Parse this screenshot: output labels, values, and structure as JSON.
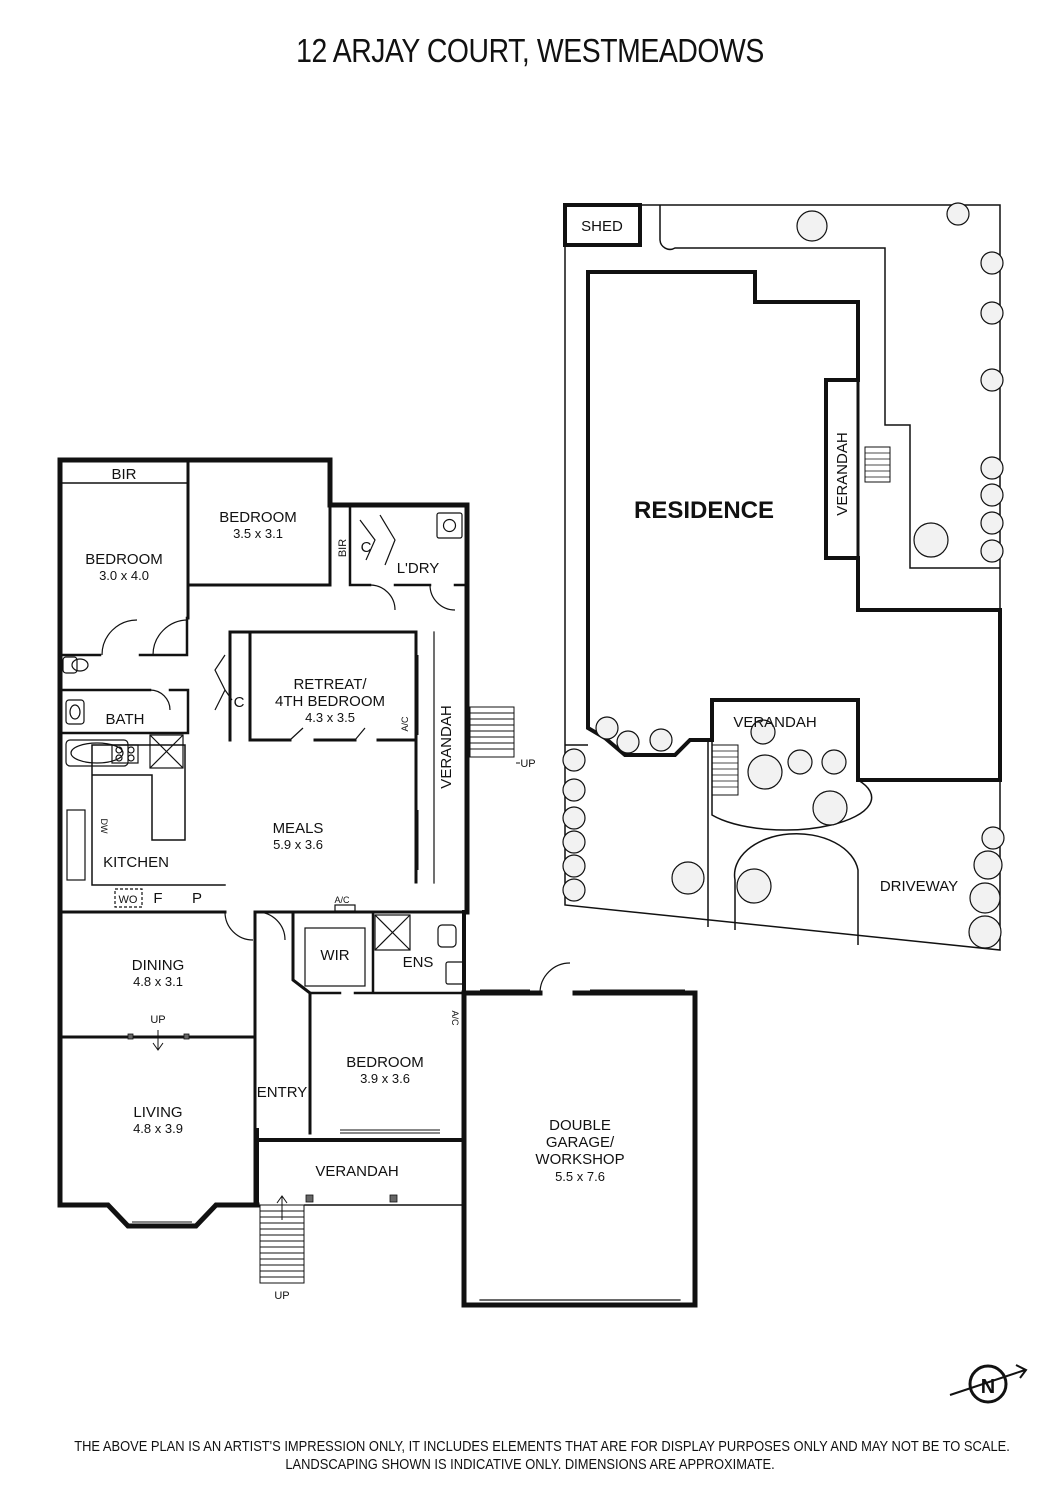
{
  "title": "12 ARJAY COURT, WESTMEADOWS",
  "rooms": {
    "bir_top": "BIR",
    "bedroom1": {
      "name": "BEDROOM",
      "dim": "3.0 x 4.0"
    },
    "bedroom2": {
      "name": "BEDROOM",
      "dim": "3.5 x 3.1"
    },
    "bir_side": "BIR",
    "c_linen": "C",
    "laundry": "L'DRY",
    "bath": "BATH",
    "c_retreat": "C",
    "retreat": {
      "name_line1": "RETREAT/",
      "name_line2": "4TH BEDROOM",
      "dim": "4.3 x 3.5"
    },
    "ac1": "A/C",
    "verandah_side": "VERANDAH",
    "up_side": "UP",
    "meals": {
      "name": "MEALS",
      "dim": "5.9 x 3.6"
    },
    "kitchen": "KITCHEN",
    "dw": "DW",
    "wo": "WO",
    "f": "F",
    "p": "P",
    "ac2": "A/C",
    "wir": "WIR",
    "ens": "ENS",
    "ac3": "A/C",
    "dining": {
      "name": "DINING",
      "dim": "4.8 x 3.1"
    },
    "up_dining": "UP",
    "living": {
      "name": "LIVING",
      "dim": "4.8 x 3.9"
    },
    "entry": "ENTRY",
    "bedroom3": {
      "name": "BEDROOM",
      "dim": "3.9 x 3.6"
    },
    "verandah_front": "VERANDAH",
    "up_front": "UP",
    "garage": {
      "line1": "DOUBLE",
      "line2": "GARAGE/",
      "line3": "WORKSHOP",
      "dim": "5.5 x 7.6"
    }
  },
  "site": {
    "shed": "SHED",
    "residence": "RESIDENCE",
    "verandah_rear": "VERANDAH",
    "verandah_front": "VERANDAH",
    "driveway": "DRIVEWAY"
  },
  "compass": "N",
  "disclaimer": {
    "line1": "THE ABOVE PLAN IS AN ARTIST'S IMPRESSION ONLY, IT INCLUDES ELEMENTS THAT ARE FOR DISPLAY PURPOSES ONLY AND MAY NOT BE TO SCALE.",
    "line2": "LANDSCAPING SHOWN IS INDICATIVE ONLY. DIMENSIONS ARE APPROXIMATE."
  },
  "colors": {
    "ink": "#111111",
    "paper": "#ffffff",
    "tree": "#f2f2f2"
  }
}
